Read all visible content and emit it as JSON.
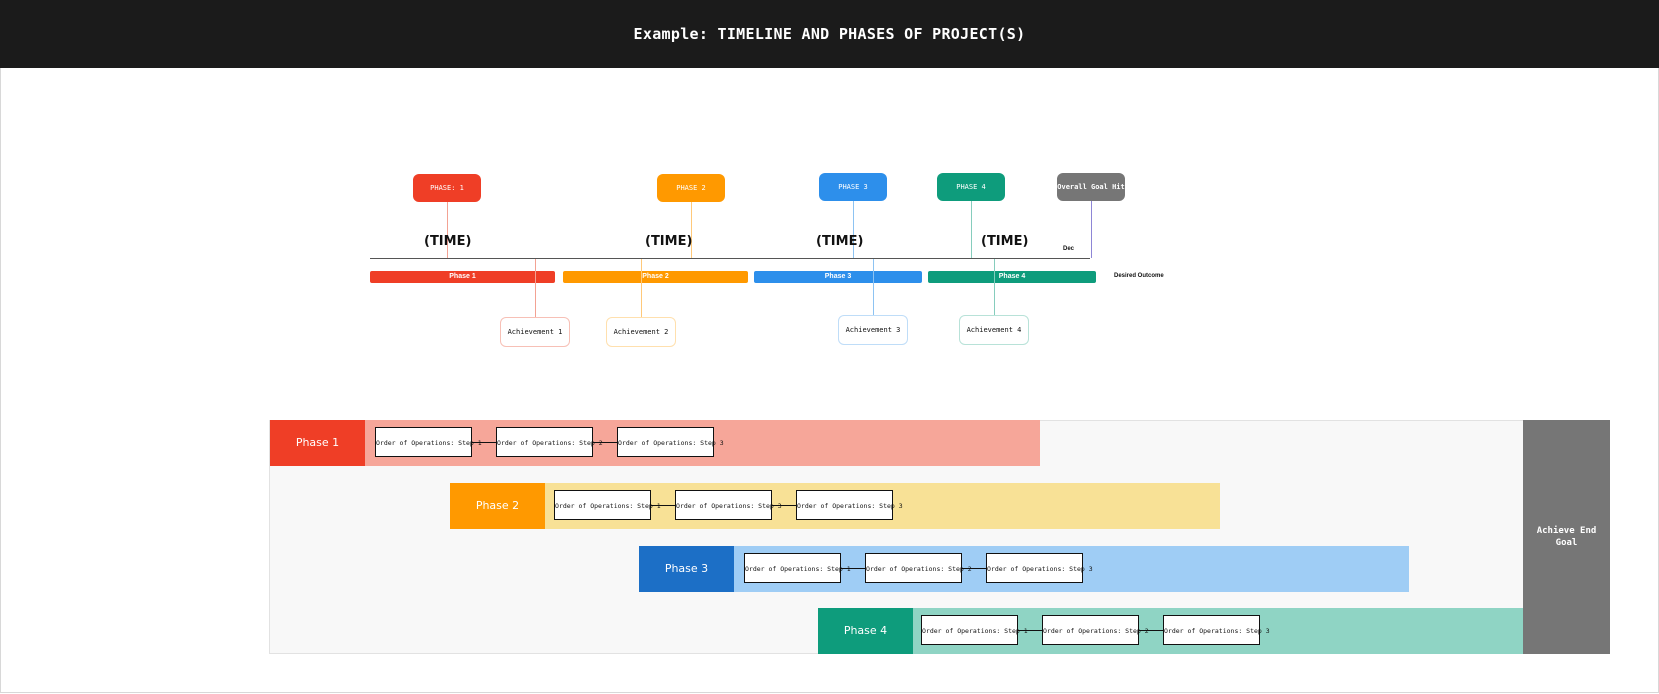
{
  "header": {
    "title": "Example: TIMELINE AND PHASES OF PROJECT(S)"
  },
  "timeline": {
    "tags": [
      {
        "label": "PHASE: 1",
        "color": "#EF3E26"
      },
      {
        "label": "PHASE 2",
        "color": "#FF9900"
      },
      {
        "label": "PHASE 3",
        "color": "#2D8FEB"
      },
      {
        "label": "PHASE 4",
        "color": "#0E9C7C"
      },
      {
        "label": "Overall Goal Hit",
        "color": "#767676"
      }
    ],
    "time_labels": [
      "(TIME)",
      "(TIME)",
      "(TIME)",
      "(TIME)"
    ],
    "end_marker": "Dec",
    "phases": [
      {
        "label": "Phase 1",
        "color": "#EF3E26"
      },
      {
        "label": "Phase 2",
        "color": "#FF9900"
      },
      {
        "label": "Phase 3",
        "color": "#2D8FEB"
      },
      {
        "label": "Phase 4",
        "color": "#0E9C7C"
      }
    ],
    "desired_outcome": "Desired Outcome",
    "achievements": [
      "Achievement 1",
      "Achievement 2",
      "Achievement 3",
      "Achievement 4"
    ]
  },
  "swimlanes": {
    "lanes": [
      {
        "label": "Phase 1",
        "color": "#EF3E26",
        "bg": "#F6A699",
        "steps": [
          "Order of Operations: Step 1",
          "Order of Operations: Step 2",
          "Order of Operations: Step 3"
        ]
      },
      {
        "label": "Phase 2",
        "color": "#FF9900",
        "bg": "#F8E196",
        "steps": [
          "Order of Operations: Step 1",
          "Order of Operations: Step 3",
          "Order of Operations: Step 3"
        ]
      },
      {
        "label": "Phase 3",
        "color": "#1C6FC6",
        "bg": "#9FCDF5",
        "steps": [
          "Order of Operations: Step 1",
          "Order of Operations: Step 2",
          "Order of Operations: Step 3"
        ]
      },
      {
        "label": "Phase 4",
        "color": "#0E9C7C",
        "bg": "#8FD4C4",
        "steps": [
          "Order of Operations: Step 1",
          "Order of Operations: Step 2",
          "Order of Operations: Step 3"
        ]
      }
    ],
    "end_goal": "Achieve End Goal"
  }
}
